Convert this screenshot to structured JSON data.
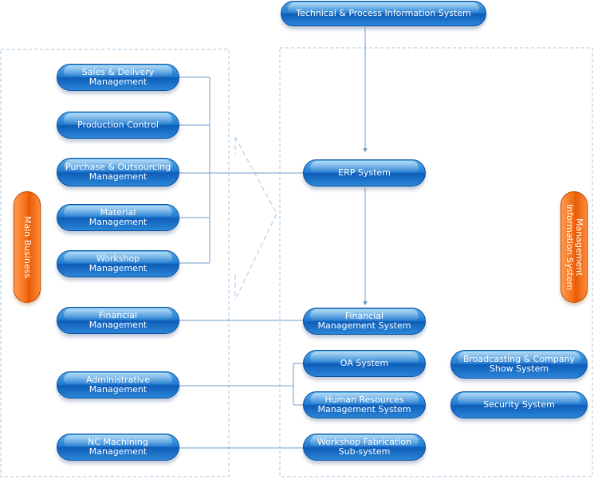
{
  "top_system": "Technical & Process Information System",
  "main_business_label": "Main Business",
  "mis_label": "Management\nInformation System",
  "business_modules": {
    "sales": "Sales & Delivery\nManagement",
    "production": "Production Control",
    "purchase": "Purchase & Outsourcing\nManagement",
    "material": "Material\nManagement",
    "workshop": "Workshop\nManagement",
    "financial": "Financial\nManagement",
    "administrative": "Administrative\nManagement",
    "nc_machining": "NC Machining\nManagement"
  },
  "systems": {
    "erp": "ERP System",
    "financial_system": "Financial\nManagement System",
    "oa": "OA System",
    "hr": "Human Resources\nManagement System",
    "workshop_fabrication": "Workshop Fabrication\nSub-system",
    "broadcasting": "Broadcasting & Company\nShow System",
    "security": "Security System"
  },
  "colors": {
    "pill_blue": "#1f78cf",
    "pill_orange": "#f26a10",
    "connector": "#6f9cc9",
    "dashed": "#a9c7e3"
  }
}
